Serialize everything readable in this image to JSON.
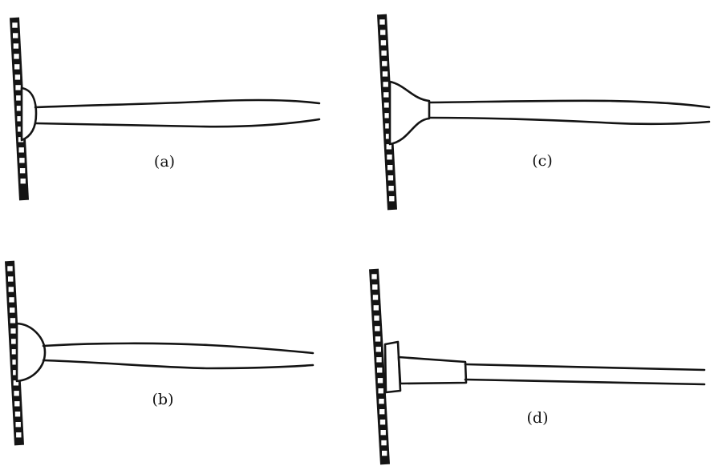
{
  "figure": {
    "panels": [
      {
        "id": "a",
        "label": "(a)",
        "joint": "small-fillet"
      },
      {
        "id": "b",
        "label": "(b)",
        "joint": "large-bulb"
      },
      {
        "id": "c",
        "label": "(c)",
        "joint": "flared-concave"
      },
      {
        "id": "d",
        "label": "(d)",
        "joint": "stepped-sleeve"
      }
    ]
  }
}
